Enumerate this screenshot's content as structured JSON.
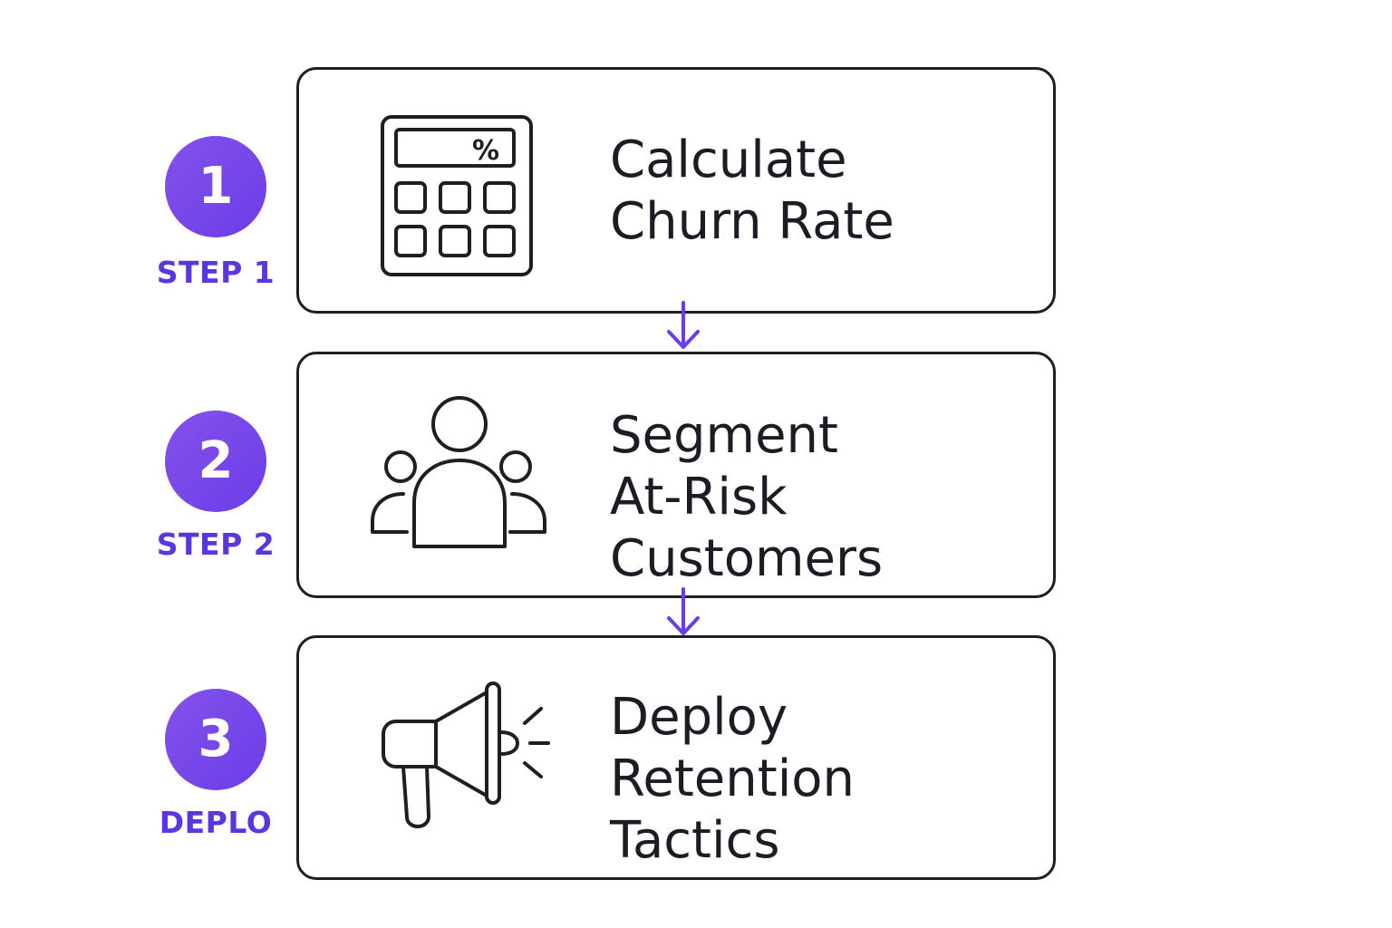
{
  "colors": {
    "accent": "#6a3de8",
    "accent_text": "#5b35e0",
    "border": "#1e1e24",
    "text": "#1c1d24",
    "background": "#ffffff"
  },
  "steps": [
    {
      "number": "1",
      "label": "STEP 1",
      "title_lines": [
        "Calculate",
        "Churn Rate"
      ],
      "icon": "calculator-icon",
      "icon_text": "%"
    },
    {
      "number": "2",
      "label": "STEP 2",
      "title_lines": [
        "Segment",
        "At-Risk",
        "Customers"
      ],
      "icon": "user-group-icon"
    },
    {
      "number": "3",
      "label": "DEPLO",
      "title_lines": [
        "Deploy",
        "Retention",
        "Tactics"
      ],
      "icon": "megaphone-icon"
    }
  ],
  "connectors": [
    {
      "from": 1,
      "to": 2,
      "icon": "arrow-down-icon"
    },
    {
      "from": 2,
      "to": 3,
      "icon": "arrow-down-icon"
    }
  ]
}
